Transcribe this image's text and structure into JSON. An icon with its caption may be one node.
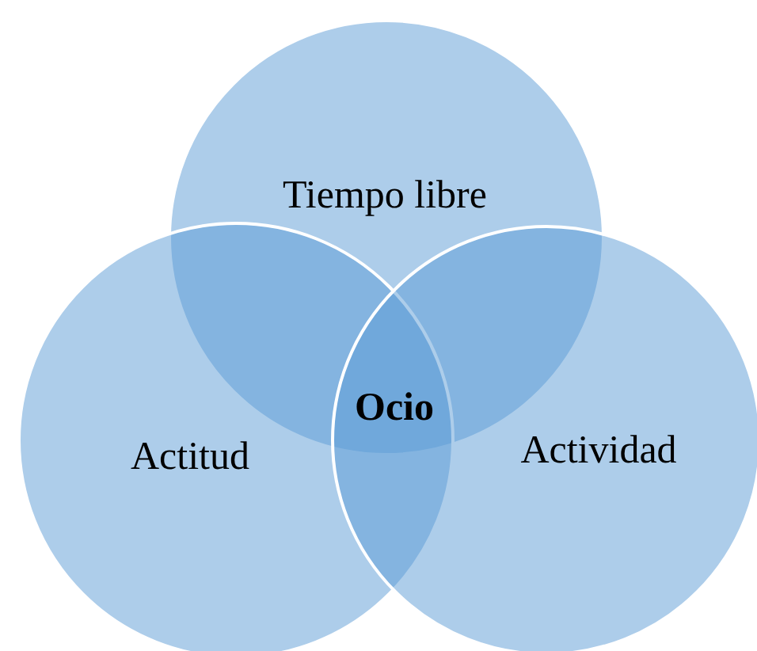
{
  "diagram": {
    "nodes": [
      {
        "text": [
          "Tiempo libre"
        ]
      },
      {
        "text": [
          "Actitud"
        ]
      },
      {
        "text": [
          "Actividad"
        ]
      }
    ],
    "labels": [
      "Ocio"
    ]
  }
}
